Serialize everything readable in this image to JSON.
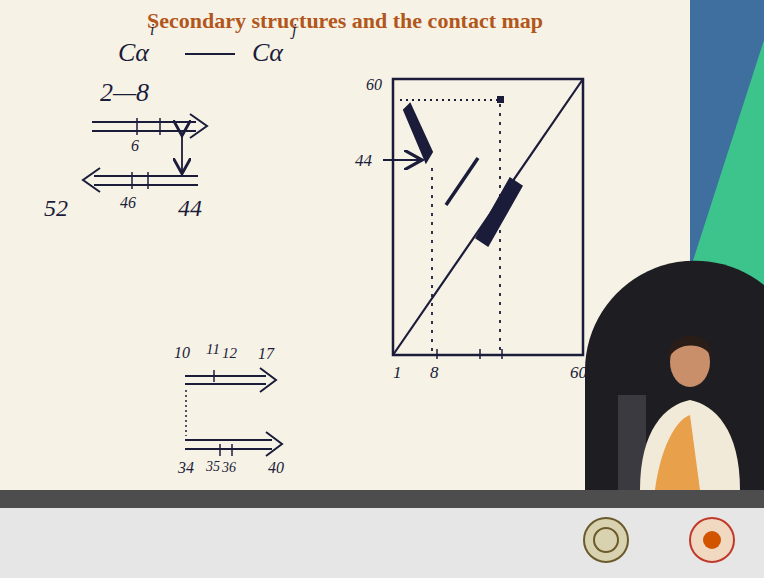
{
  "diagram": {
    "title": "Secondary structures and the contact map",
    "labels": [
      "Cα",
      "i",
      "Cα",
      "j",
      "2—8",
      "6",
      "52",
      "46",
      "44",
      "10",
      "11",
      "12",
      "17",
      "34",
      "35",
      "36",
      "40",
      "60",
      "44",
      "1",
      "8",
      "60"
    ]
  }
}
